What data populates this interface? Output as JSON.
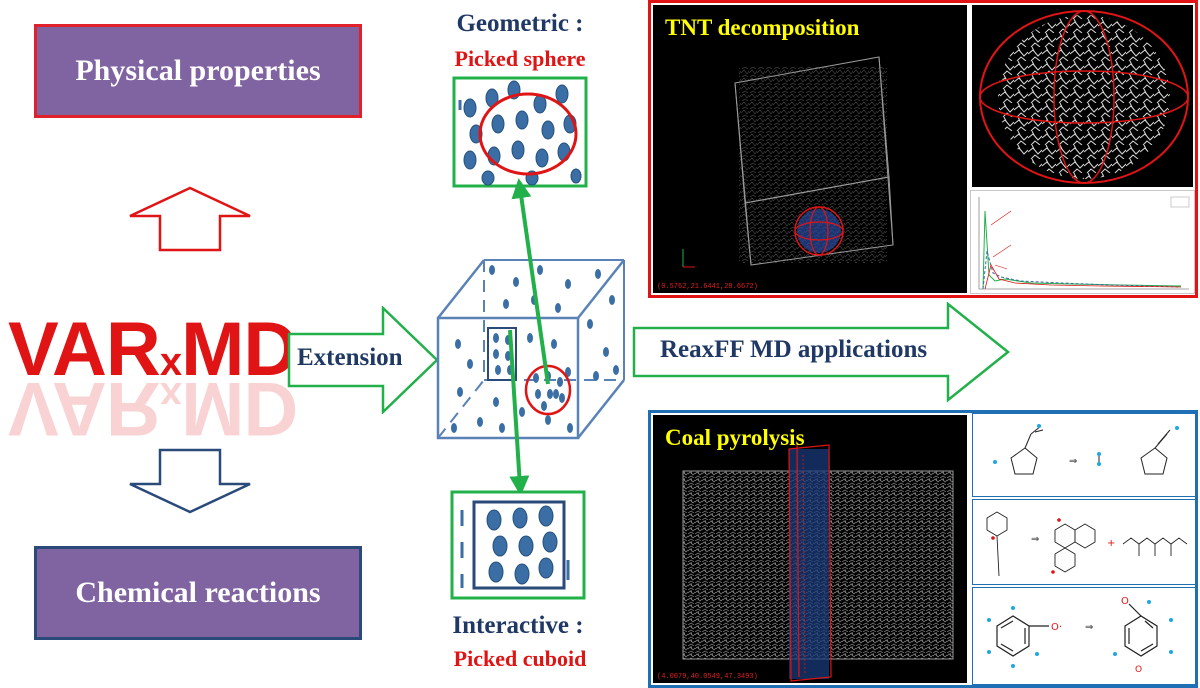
{
  "left": {
    "top_box": "Physical properties",
    "bottom_box": "Chemical reactions",
    "logo": {
      "main_a": "VAR",
      "small_x": "x",
      "main_b": "MD"
    }
  },
  "arrows": {
    "extension": "Extension",
    "reaxff": "ReaxFF MD applications"
  },
  "middle": {
    "geometric_title": "Geometric :",
    "geometric_sub": "Picked sphere",
    "interactive_title": "Interactive :",
    "interactive_sub": "Picked cuboid"
  },
  "right_top": {
    "title": "TNT decomposition",
    "status": "(0.5762,21.6441,28.6672)"
  },
  "right_bottom": {
    "title": "Coal pyrolysis",
    "status": "(4.0079,40.0549,47.3493)"
  },
  "colors": {
    "red": "#e01414",
    "green": "#22b04a",
    "blue_frame": "#1f6fb5",
    "navy": "#1f3864",
    "purple": "#8064a2",
    "yellow": "#ffff00",
    "ellipse": "#3a6ea5"
  }
}
